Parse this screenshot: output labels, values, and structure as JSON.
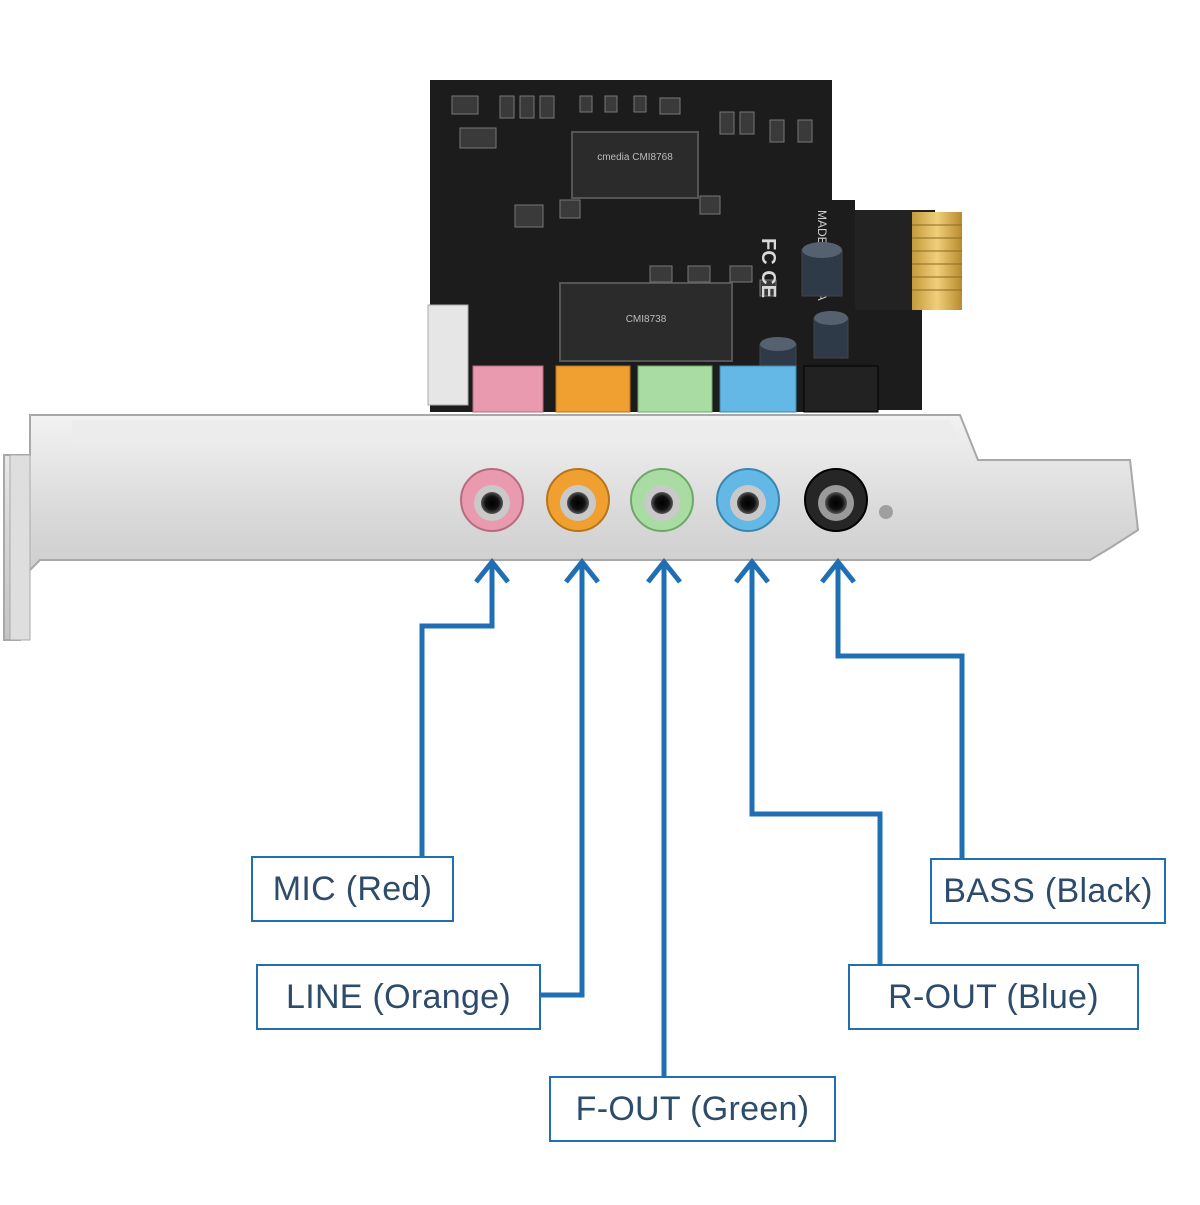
{
  "callouts": {
    "mic": "MIC (Red)",
    "line": "LINE (Orange)",
    "fout": "F-OUT (Green)",
    "rout": "R-OUT (Blue)",
    "bass": "BASS (Black)"
  },
  "board_text": {
    "chip_top": "cmedia CMI8768",
    "chip_main": "CMI8738",
    "made_in": "MADE IN CHINA",
    "fcc": "FC CE"
  },
  "colors": {
    "leader_line": "#1f6fb2",
    "callout_text": "#2d4c6b",
    "pcb": "#1c1c1c",
    "bracket": "#d9d9d9",
    "jack_mic": "#e99aae",
    "jack_line": "#f0a030",
    "jack_fout": "#9fd69a",
    "jack_rout": "#5fb3e0",
    "jack_bass": "#2a2a2a"
  }
}
